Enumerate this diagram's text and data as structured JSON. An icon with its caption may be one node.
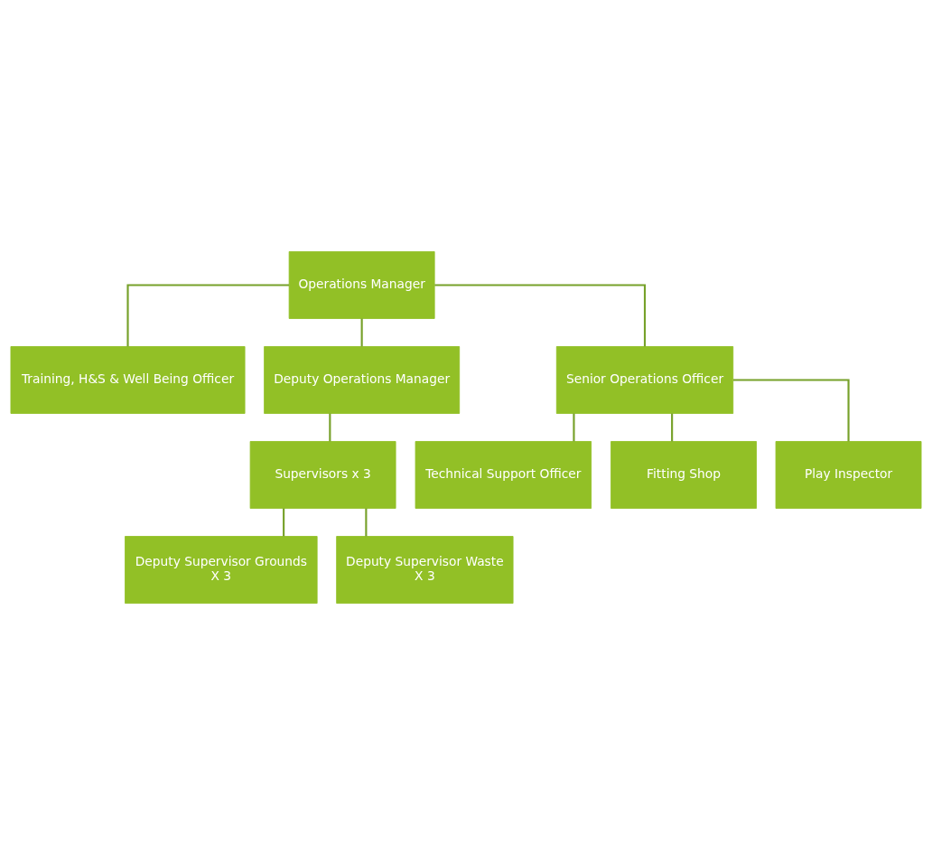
{
  "diagram": {
    "nodes": [
      {
        "text": [
          "Operations Manager"
        ]
      },
      {
        "text": [
          "Training, H&S & Well Being Officer"
        ]
      },
      {
        "text": [
          "Deputy Operations Manager"
        ]
      },
      {
        "text": [
          "Senior Operations Officer"
        ]
      },
      {
        "text": [
          "Supervisors x 3"
        ]
      },
      {
        "text": [
          "Technical Support Officer"
        ]
      },
      {
        "text": [
          "Deputy Supervisor Grounds",
          "X 3"
        ]
      },
      {
        "text": [
          "Fitting Shop"
        ]
      },
      {
        "text": [
          "Deputy Supervisor Waste",
          "X 3"
        ]
      },
      {
        "text": [
          "Play Inspector"
        ]
      }
    ],
    "edges": [
      {
        "from": 0,
        "to": 1,
        "arrow": "none"
      },
      {
        "from": 0,
        "to": 2,
        "arrow": "none"
      },
      {
        "from": 0,
        "to": 3,
        "arrow": "none"
      },
      {
        "from": 2,
        "to": 4,
        "arrow": "none"
      },
      {
        "from": 3,
        "to": 5,
        "arrow": "none"
      },
      {
        "from": 4,
        "to": 6,
        "arrow": "none"
      },
      {
        "from": 3,
        "to": 7,
        "arrow": "none"
      },
      {
        "from": 4,
        "to": 8,
        "arrow": "none"
      },
      {
        "from": 3,
        "to": 9,
        "arrow": "none"
      }
    ]
  }
}
